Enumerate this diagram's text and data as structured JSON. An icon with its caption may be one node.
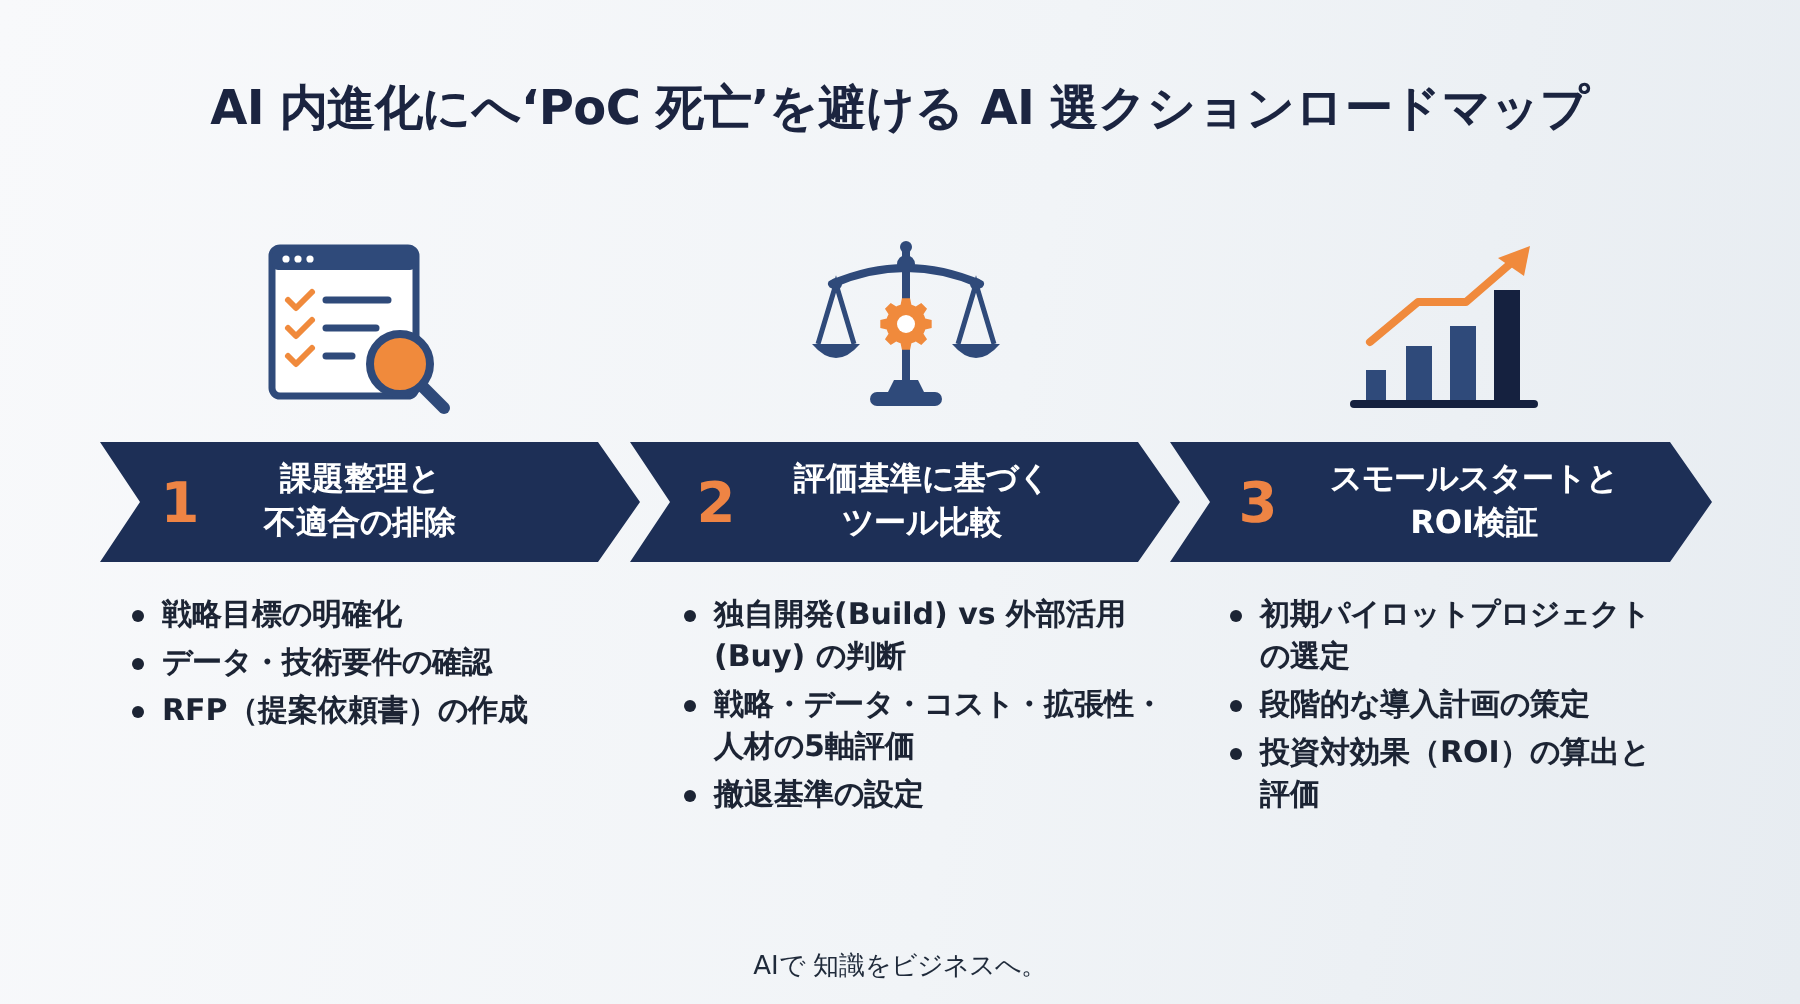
{
  "diagram": {
    "title": "AI 内進化にへ‘PoC 死亡’を避ける AI 選クションロードマップ",
    "nodes": [
      {
        "text": [
          "1",
          "課題整理と不適合の排除"
        ],
        "beside": [
          "戦略目標の明確化",
          "データ・技術要件の確認",
          "RFP（提案依頼書）の作成"
        ]
      },
      {
        "text": [
          "2",
          "評価基準に基づくツール比較"
        ],
        "beside": [
          "独自開発(Build) vs 外部活用(Buy) の判断",
          "戦略・データ・コスト・拡張性・人材の5軸評価",
          "撤退基準の設定"
        ]
      },
      {
        "text": [
          "3",
          "スモールスタートとROI検証"
        ],
        "beside": [
          "初期パイロットプロジェクトの選定",
          "段階的な導入計画の策定",
          "投資対効果（ROI）の算出と評価"
        ]
      }
    ],
    "labels": [
      "AIで 知識をビジネスへ。"
    ]
  }
}
